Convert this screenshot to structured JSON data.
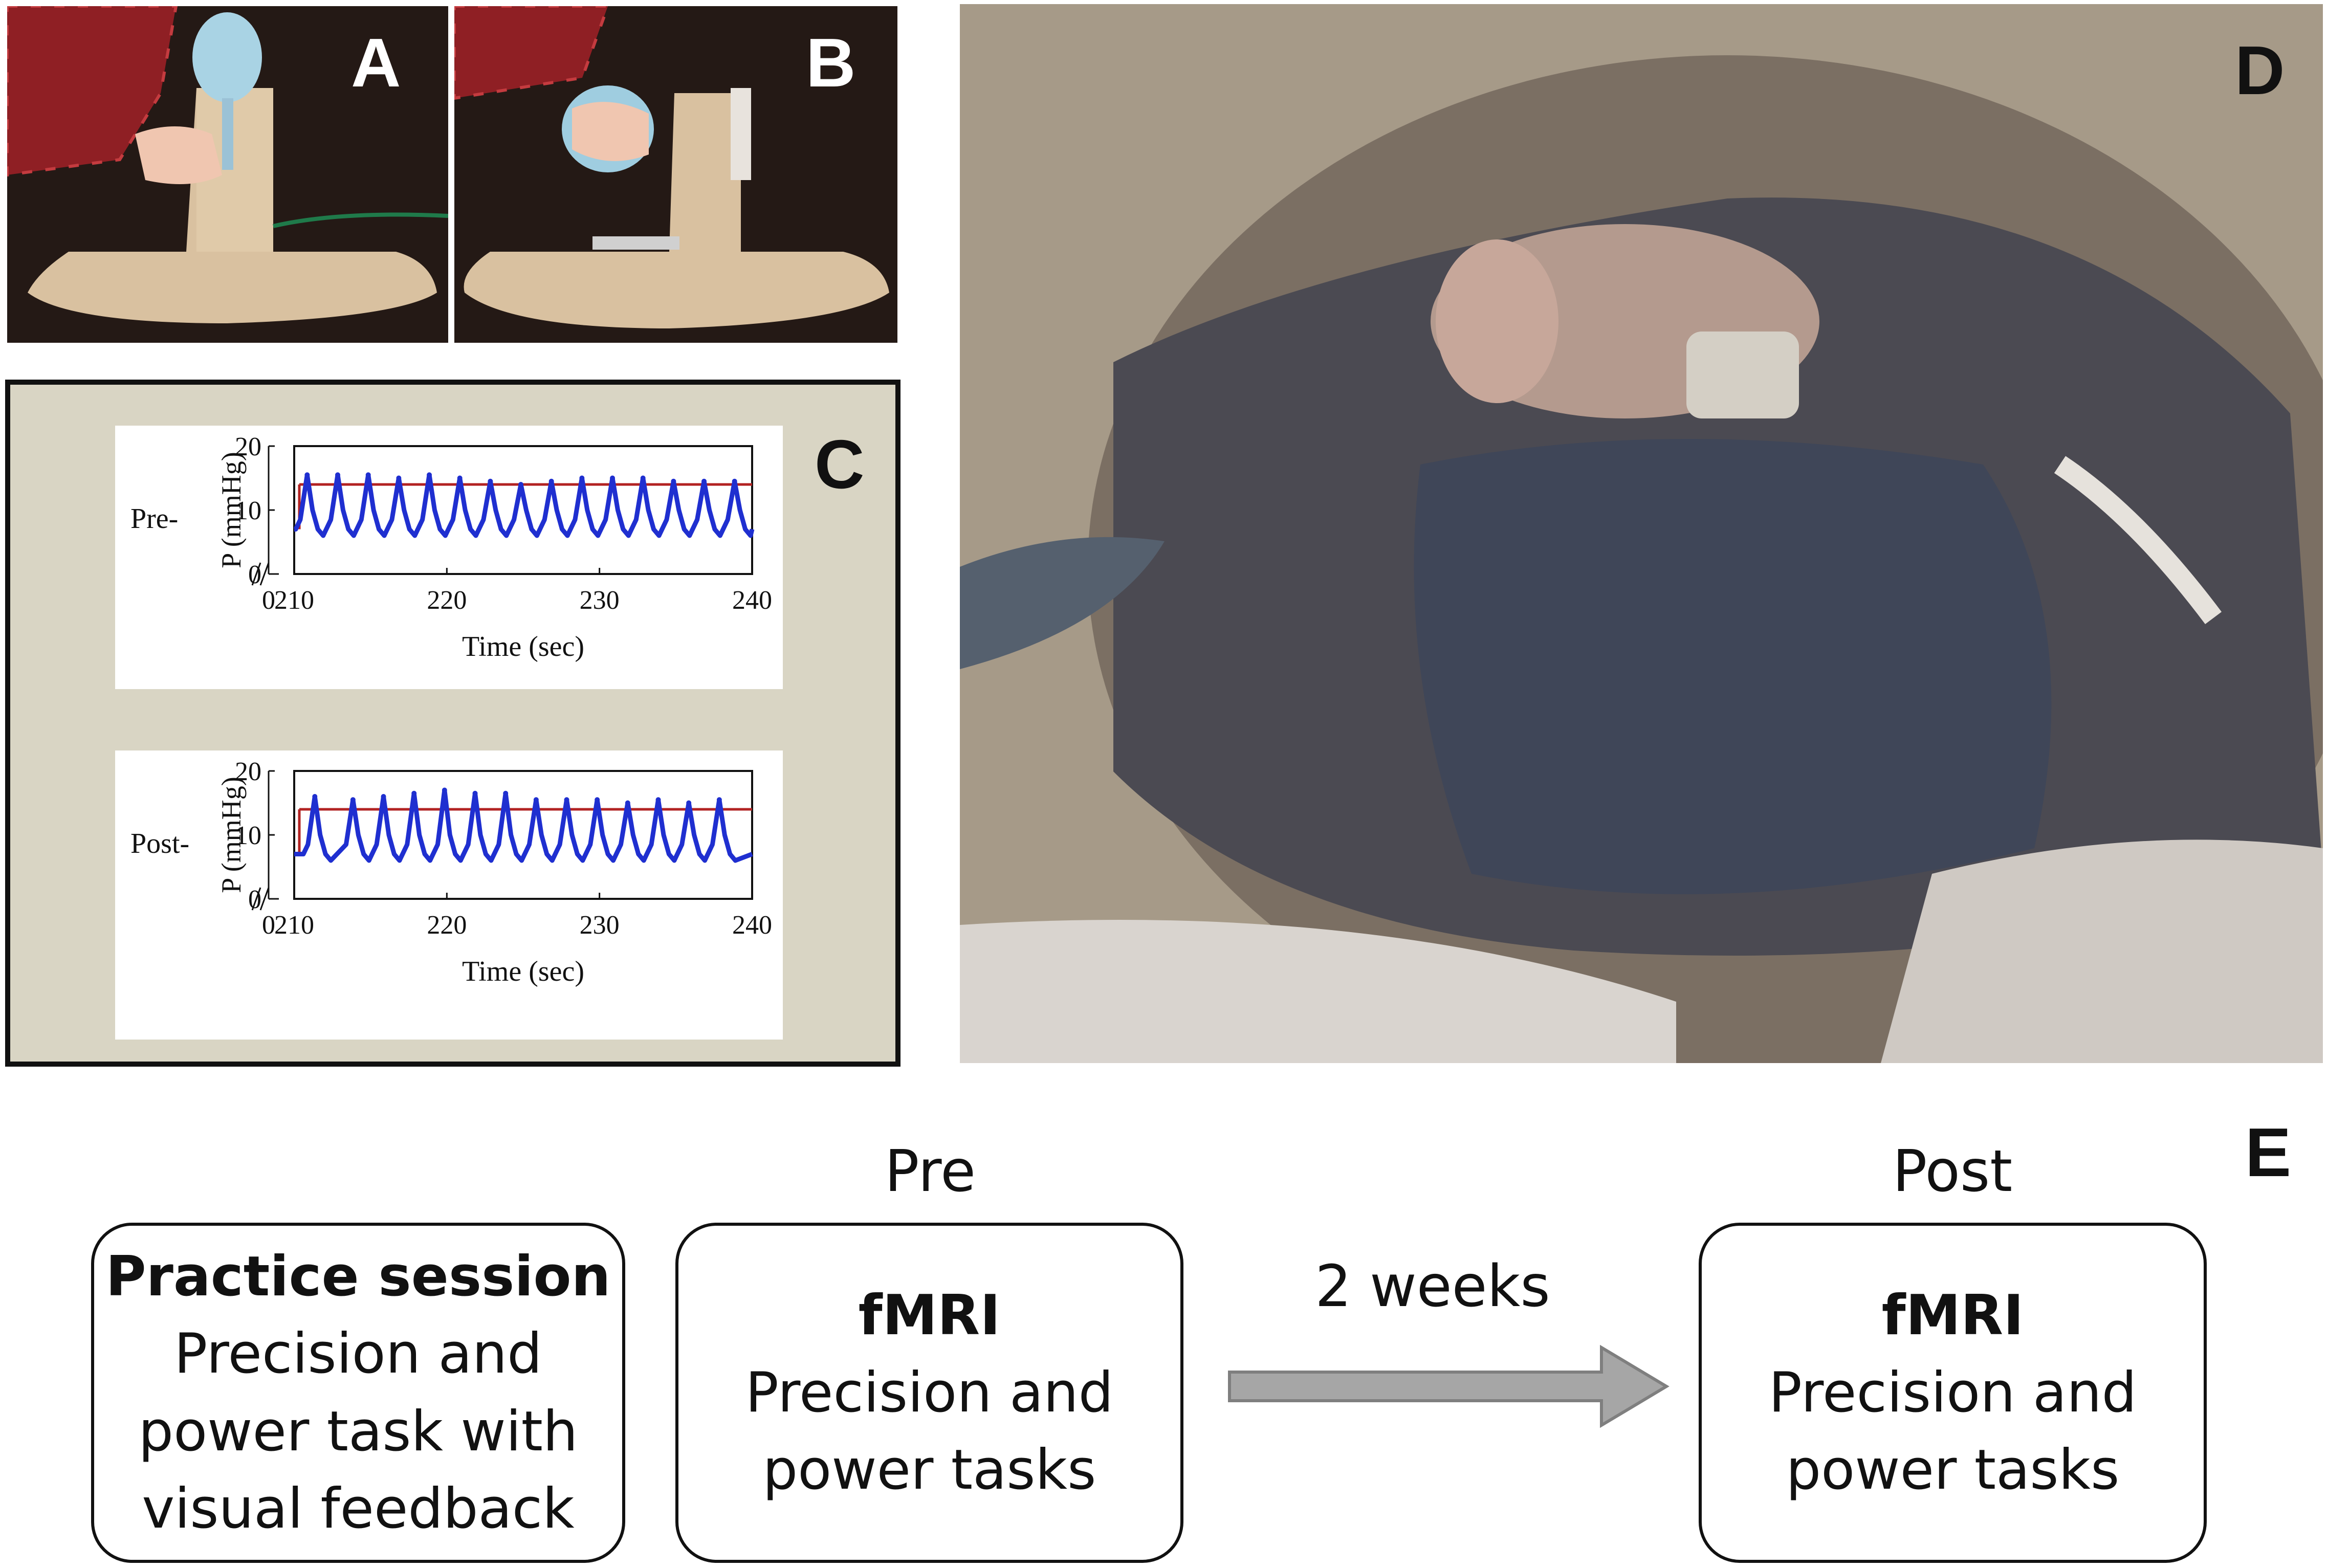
{
  "panels": {
    "a": "A",
    "b": "B",
    "c": "C",
    "d": "D",
    "e": "E"
  },
  "chart_data": [
    {
      "type": "line",
      "row_label": "Pre-",
      "ylabel": "P (mmHg)",
      "xlabel": "Time (sec)",
      "x_ticks": [
        "0",
        "210",
        "220",
        "230",
        "240"
      ],
      "y_ticks": [
        "0",
        "10",
        "20"
      ],
      "xlim": [
        210,
        240
      ],
      "ylim": [
        0,
        20
      ],
      "target_level": 14,
      "baseline_level": 7,
      "peak_times": [
        211.0,
        213.0,
        215.0,
        217.0,
        219.0,
        221.0,
        223.0,
        225.0,
        227.0,
        229.0,
        231.0,
        233.0,
        235.0,
        237.0,
        239.0
      ],
      "peak_values": [
        15.5,
        15.5,
        15.5,
        15,
        15.5,
        15,
        14.5,
        14,
        14.5,
        15,
        15,
        15,
        14.5,
        14.5,
        14.5
      ],
      "colors": {
        "signal": "#1f2fd0",
        "target": "#b22222"
      }
    },
    {
      "type": "line",
      "row_label": "Post-",
      "ylabel": "P (mmHg)",
      "xlabel": "Time (sec)",
      "x_ticks": [
        "0",
        "210",
        "220",
        "230",
        "240"
      ],
      "y_ticks": [
        "0",
        "10",
        "20"
      ],
      "xlim": [
        210,
        240
      ],
      "ylim": [
        0,
        20
      ],
      "target_level": 14,
      "baseline_level": 7,
      "peak_times": [
        211.5,
        214.0,
        216.0,
        218.0,
        220.0,
        222.0,
        224.0,
        226.0,
        228.0,
        230.0,
        232.0,
        234.0,
        236.0,
        238.0
      ],
      "peak_values": [
        16,
        15.5,
        16,
        16.5,
        17,
        16.5,
        16.5,
        15.5,
        15.5,
        15.5,
        15,
        15.5,
        15,
        15.5
      ],
      "colors": {
        "signal": "#1f2fd0",
        "target": "#b22222"
      }
    }
  ],
  "timeline": {
    "practice": {
      "title": "Practice session",
      "lines": [
        "Precision and",
        "power task with",
        "visual feedback"
      ]
    },
    "pre": {
      "stage": "Pre",
      "title": "fMRI",
      "lines": [
        "Precision and",
        "power tasks"
      ]
    },
    "arrow_label": "2 weeks",
    "post": {
      "stage": "Post",
      "title": "fMRI",
      "lines": [
        "Precision and",
        "power tasks"
      ]
    },
    "colors": {
      "arrow_fill": "#a6a6a6",
      "arrow_stroke": "#7f7f7f"
    }
  }
}
